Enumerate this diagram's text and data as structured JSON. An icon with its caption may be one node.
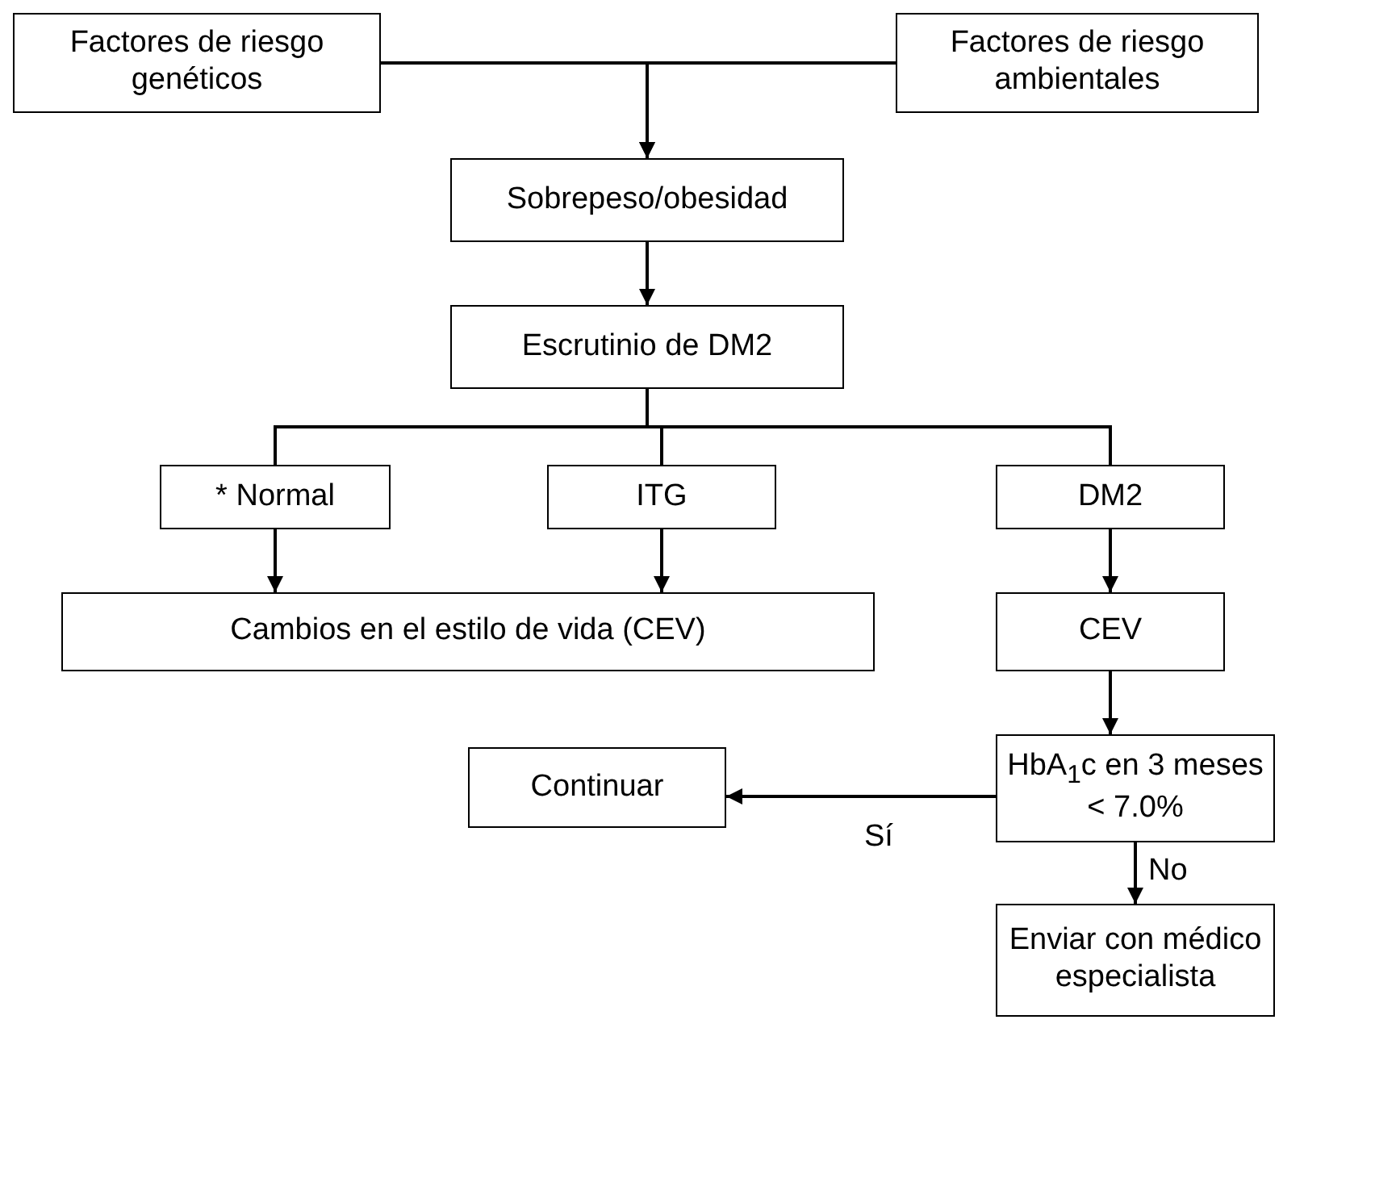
{
  "diagram": {
    "nodes": [
      {
        "text": [
          "Factores de riesgo genéticos"
        ]
      },
      {
        "text": [
          "Factores de riesgo ambientales"
        ]
      },
      {
        "text": [
          "Sobrepeso/obesidad"
        ]
      },
      {
        "text": [
          "Escrutinio de DM2"
        ]
      },
      {
        "text": [
          "* Normal"
        ]
      },
      {
        "text": [
          "ITG"
        ]
      },
      {
        "text": [
          "DM2"
        ]
      },
      {
        "text": [
          "Cambios en el estilo de vida (CEV)"
        ]
      },
      {
        "text": [
          "CEV"
        ]
      },
      {
        "text": [
          "HbA$_{1}$c en 3 meses < 7.0%"
        ]
      },
      {
        "text": [
          "Continuar"
        ]
      },
      {
        "text": [
          "Enviar con médico especialista"
        ]
      }
    ],
    "edges": [
      {
        "from": 0,
        "to": 2,
        "arrow": "to"
      },
      {
        "from": 1,
        "to": 2,
        "arrow": "to"
      },
      {
        "from": 2,
        "to": 3,
        "arrow": "to"
      },
      {
        "from": 3,
        "to": 4,
        "arrow": "none"
      },
      {
        "from": 3,
        "to": 5,
        "arrow": "none"
      },
      {
        "from": 3,
        "to": 6,
        "arrow": "none"
      },
      {
        "from": 4,
        "to": 7,
        "arrow": "to"
      },
      {
        "from": 5,
        "to": 7,
        "arrow": "to"
      },
      {
        "from": 6,
        "to": 8,
        "arrow": "to"
      },
      {
        "from": 8,
        "to": 9,
        "arrow": "to"
      },
      {
        "from": 9,
        "to": 10,
        "arrow": "to",
        "label": "Sí"
      },
      {
        "from": 9,
        "to": 11,
        "arrow": "to",
        "label": "No"
      }
    ]
  }
}
